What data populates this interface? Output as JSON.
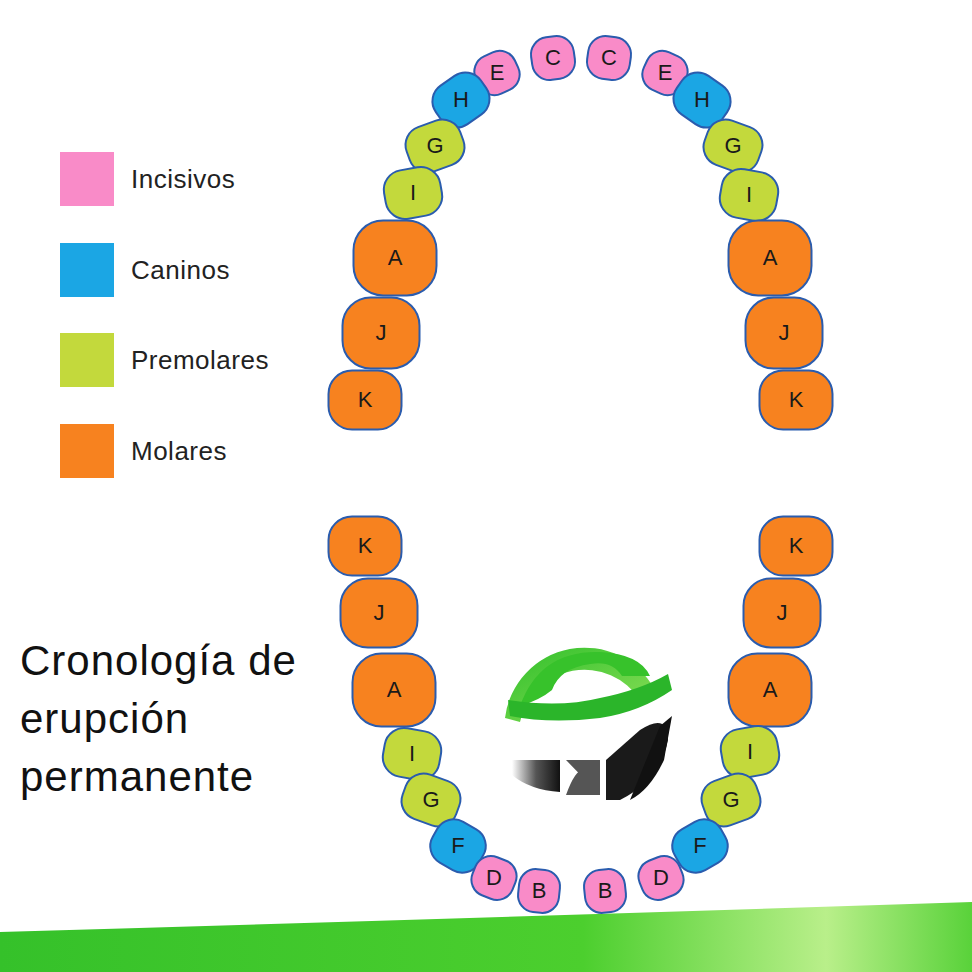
{
  "diagram": {
    "title": "Cronología de erupción permanente",
    "nodes": [
      {
        "text": [
          "E"
        ]
      },
      {
        "text": [
          "C"
        ]
      },
      {
        "text": [
          "C"
        ]
      },
      {
        "text": [
          "E"
        ]
      },
      {
        "text": [
          "H"
        ]
      },
      {
        "text": [
          "H"
        ]
      },
      {
        "text": [
          "G"
        ]
      },
      {
        "text": [
          "G"
        ]
      },
      {
        "text": [
          "I"
        ]
      },
      {
        "text": [
          "I"
        ]
      },
      {
        "text": [
          "A"
        ]
      },
      {
        "text": [
          "A"
        ]
      },
      {
        "text": [
          "J"
        ]
      },
      {
        "text": [
          "J"
        ]
      },
      {
        "text": [
          "K"
        ]
      },
      {
        "text": [
          "K"
        ]
      },
      {
        "text": [
          "K"
        ]
      },
      {
        "text": [
          "K"
        ]
      },
      {
        "text": [
          "J"
        ]
      },
      {
        "text": [
          "J"
        ]
      },
      {
        "text": [
          "A"
        ]
      },
      {
        "text": [
          "A"
        ]
      },
      {
        "text": [
          "I"
        ]
      },
      {
        "text": [
          "I"
        ]
      },
      {
        "text": [
          "G"
        ]
      },
      {
        "text": [
          "G"
        ]
      },
      {
        "text": [
          "F"
        ]
      },
      {
        "text": [
          "F"
        ]
      },
      {
        "text": [
          "D"
        ]
      },
      {
        "text": [
          "B"
        ]
      },
      {
        "text": [
          "B"
        ]
      },
      {
        "text": [
          "D"
        ]
      }
    ],
    "legend": [
      {
        "text": "Incisivos",
        "color": "#f98bc8"
      },
      {
        "text": "Caninos",
        "color": "#1ba6e4"
      },
      {
        "text": "Premolares",
        "color": "#c3d93c"
      },
      {
        "text": "Molares",
        "color": "#f7821f"
      }
    ]
  }
}
